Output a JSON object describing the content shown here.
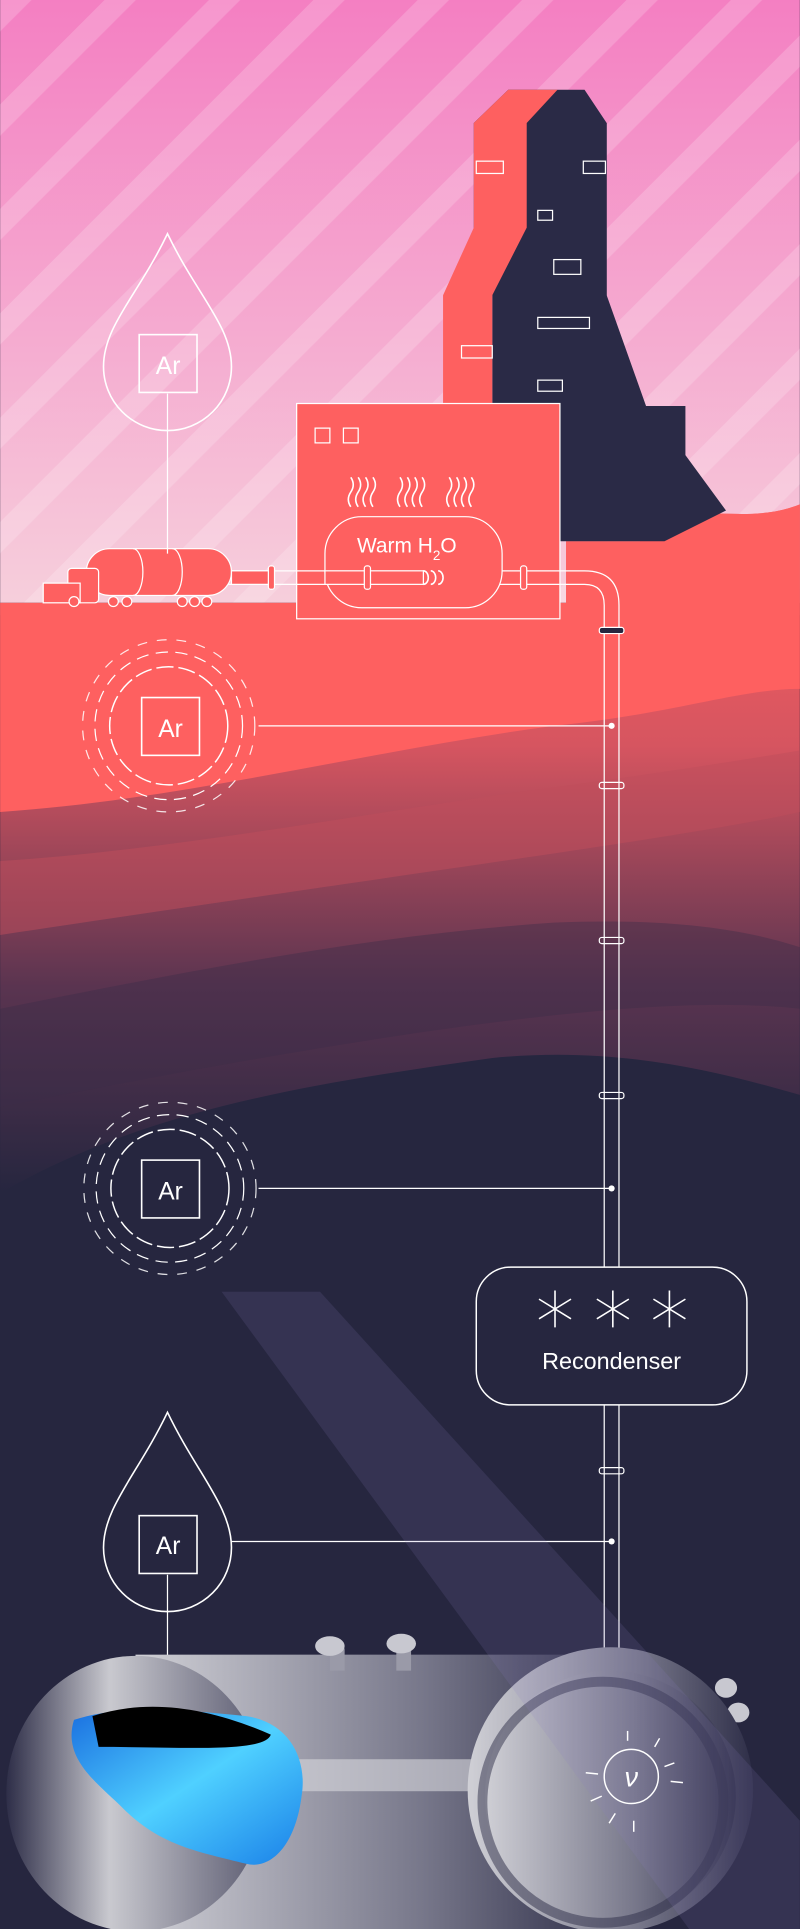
{
  "labels": {
    "argon_drop_top": "Ar",
    "argon_cloud_1": "Ar",
    "argon_cloud_2": "Ar",
    "argon_drop_bottom": "Ar",
    "warm_water": "Warm H",
    "warm_water_sub": "2",
    "warm_water_end": "O",
    "recondenser": "Recondenser",
    "neutrino": "ν"
  },
  "colors": {
    "sky_pink": "#f47fc2",
    "coral": "#fe6060",
    "navy": "#26263f",
    "water_blue": "#2fa8f0"
  }
}
